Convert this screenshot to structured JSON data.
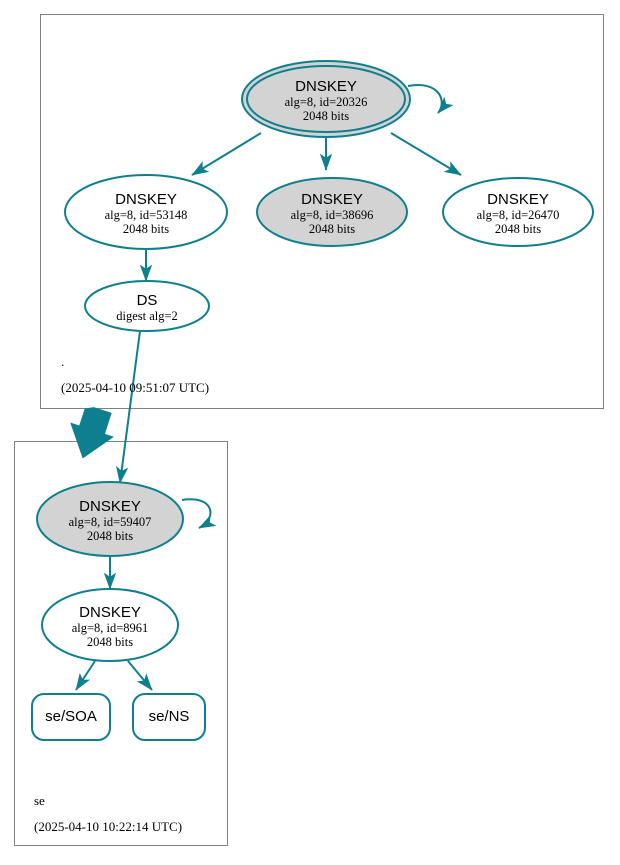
{
  "diagram": {
    "type": "dnssec-authentication-chain",
    "accent_color": "#0e7f8e",
    "node_fill_secure": "#d3d3d3",
    "node_fill_plain": "#ffffff",
    "zone_border_color": "#808080"
  },
  "zones": [
    {
      "id": "root",
      "name": ".",
      "timestamp": "(2025-04-10 09:51:07 UTC)"
    },
    {
      "id": "se",
      "name": "se",
      "timestamp": "(2025-04-10 10:22:14 UTC)"
    }
  ],
  "nodes": {
    "root_ksk": {
      "type": "DNSKEY",
      "title": "DNSKEY",
      "line2": "alg=8, id=20326",
      "line3": "2048 bits",
      "alg": "8",
      "key_id": "20326",
      "key_size": "2048 bits",
      "shape": "doubleellipse",
      "fill": "#d3d3d3"
    },
    "root_zsk_53148": {
      "type": "DNSKEY",
      "title": "DNSKEY",
      "line2": "alg=8, id=53148",
      "line3": "2048 bits",
      "alg": "8",
      "key_id": "53148",
      "key_size": "2048 bits",
      "shape": "ellipse",
      "fill": "#ffffff"
    },
    "root_zsk_38696": {
      "type": "DNSKEY",
      "title": "DNSKEY",
      "line2": "alg=8, id=38696",
      "line3": "2048 bits",
      "alg": "8",
      "key_id": "38696",
      "key_size": "2048 bits",
      "shape": "ellipse",
      "fill": "#d3d3d3"
    },
    "root_zsk_26470": {
      "type": "DNSKEY",
      "title": "DNSKEY",
      "line2": "alg=8, id=26470",
      "line3": "2048 bits",
      "alg": "8",
      "key_id": "26470",
      "key_size": "2048 bits",
      "shape": "ellipse",
      "fill": "#ffffff"
    },
    "ds_se": {
      "type": "DS",
      "title": "DS",
      "line2": "digest alg=2",
      "digest_alg": "2",
      "shape": "ellipse",
      "fill": "#ffffff"
    },
    "se_ksk": {
      "type": "DNSKEY",
      "title": "DNSKEY",
      "line2": "alg=8, id=59407",
      "line3": "2048 bits",
      "alg": "8",
      "key_id": "59407",
      "key_size": "2048 bits",
      "shape": "ellipse",
      "fill": "#d3d3d3"
    },
    "se_zsk": {
      "type": "DNSKEY",
      "title": "DNSKEY",
      "line2": "alg=8, id=8961",
      "line3": "2048 bits",
      "alg": "8",
      "key_id": "8961",
      "key_size": "2048 bits",
      "shape": "ellipse",
      "fill": "#ffffff"
    },
    "se_soa": {
      "type": "RRset",
      "title": "se/SOA",
      "shape": "box-rounded",
      "fill": "#ffffff"
    },
    "se_ns": {
      "type": "RRset",
      "title": "se/NS",
      "shape": "box-rounded",
      "fill": "#ffffff"
    }
  }
}
